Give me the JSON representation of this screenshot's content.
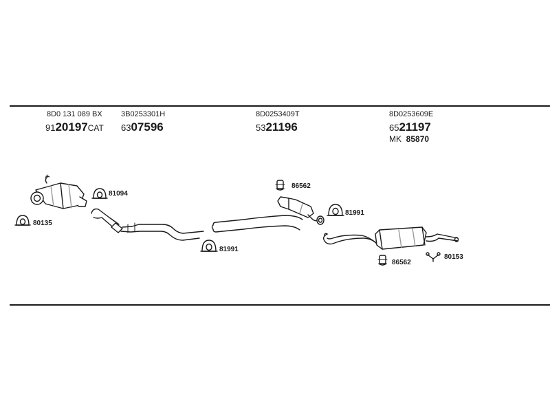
{
  "columns": [
    {
      "part_no": "8D0 131 089 BX",
      "prefix": "91",
      "bold": "20197",
      "suffix": "CAT"
    },
    {
      "part_no": "3B0253301H",
      "prefix": "63",
      "bold": "07596",
      "suffix": ""
    },
    {
      "part_no": "8D0253409T",
      "prefix": "53",
      "bold": "21196",
      "suffix": ""
    },
    {
      "part_no": "8D0253609E",
      "prefix": "65",
      "bold": "21197",
      "suffix": ""
    }
  ],
  "mounting_kit": {
    "prefix": "MK",
    "number": "85870"
  },
  "small_parts": {
    "p81094": "81094",
    "p80135": "80135",
    "p81991a": "81991",
    "p86562a": "86562",
    "p81991b": "81991",
    "p86562b": "86562",
    "p80153": "80153"
  },
  "colors": {
    "line": "#1a1a1a",
    "fill": "#ffffff",
    "shade": "#9a9a9a"
  }
}
